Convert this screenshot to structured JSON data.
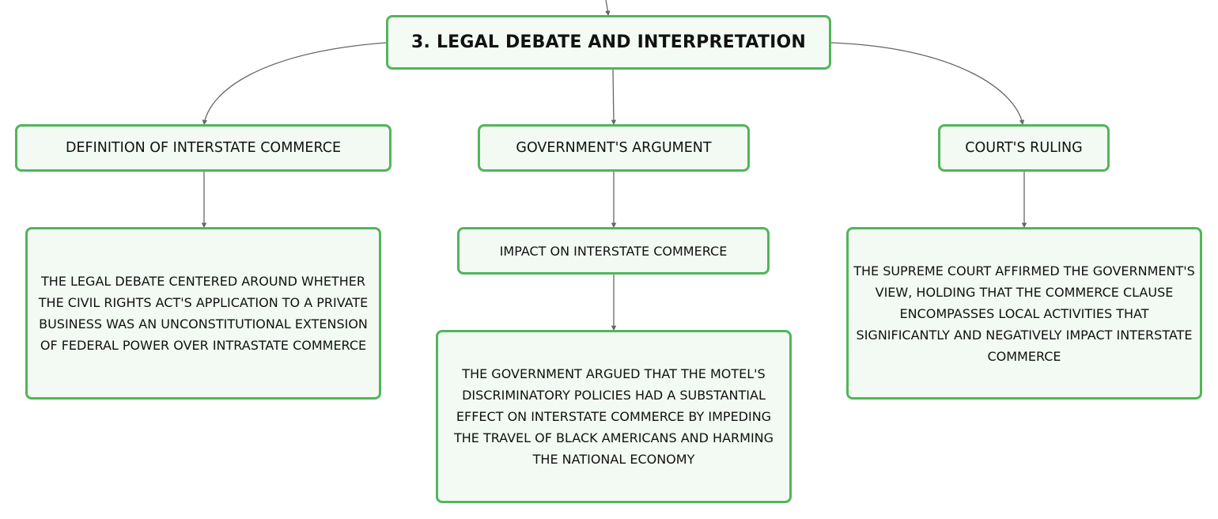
{
  "root": {
    "title": "3. LEGAL DEBATE AND INTERPRETATION"
  },
  "topics": {
    "definition": "DEFINITION OF INTERSTATE COMMERCE",
    "argument": "GOVERNMENT'S ARGUMENT",
    "ruling": "COURT'S RULING"
  },
  "subtopics": {
    "impact": "IMPACT ON INTERSTATE COMMERCE"
  },
  "details": {
    "debate": "THE LEGAL DEBATE CENTERED AROUND WHETHER THE CIVIL RIGHTS ACT'S APPLICATION TO A PRIVATE BUSINESS WAS AN UNCONSTITUTIONAL EXTENSION OF FEDERAL POWER OVER INTRASTATE COMMERCE",
    "government": "THE GOVERNMENT ARGUED THAT THE MOTEL'S DISCRIMINATORY POLICIES HAD A SUBSTANTIAL EFFECT ON INTERSTATE COMMERCE BY IMPEDING THE TRAVEL OF BLACK AMERICANS AND HARMING THE NATIONAL ECONOMY",
    "court": "THE SUPREME COURT AFFIRMED THE GOVERNMENT'S VIEW, HOLDING THAT THE COMMERCE CLAUSE ENCOMPASSES LOCAL ACTIVITIES THAT SIGNIFICANTLY AND NEGATIVELY IMPACT INTERSTATE COMMERCE"
  },
  "colors": {
    "node_border": "#52b55a",
    "node_fill": "#f2faf3",
    "connector": "#666666",
    "text": "#111111"
  }
}
